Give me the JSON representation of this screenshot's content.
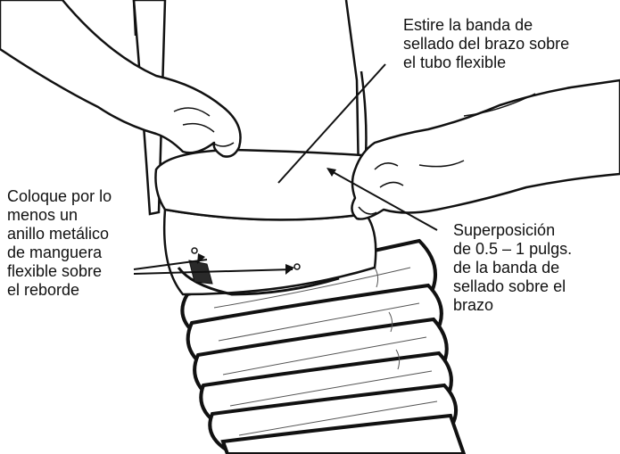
{
  "diagram": {
    "callouts": {
      "stretch_band": "Estire la banda de\nsellado del brazo sobre\nel tubo flexible",
      "metal_ring": "Coloque por lo\nmenos un\nanillo metálico\nde manguera\nflexible sobre\nel reborde",
      "overlap": "Superposición\nde 0.5 – 1 pulgs.\nde la banda de\nsellado sobre el\nbrazo"
    },
    "colors": {
      "stroke": "#111111",
      "fill": "#ffffff",
      "shade": "#2a2a2a"
    }
  }
}
